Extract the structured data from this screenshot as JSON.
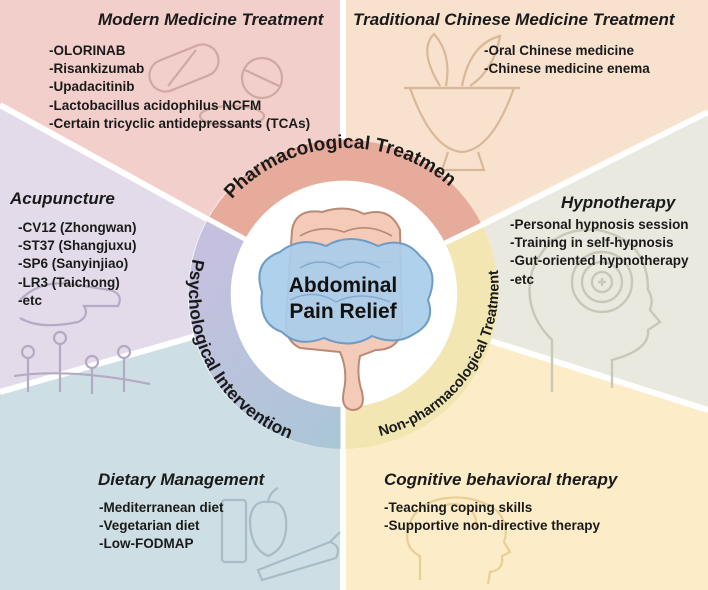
{
  "center": {
    "line1": "Abdominal",
    "line2": "Pain Relief"
  },
  "ring": {
    "top": "Pharmacological Treatment",
    "left": "Psychological Intervention",
    "right": "Non-pharmacological Treatment"
  },
  "sections": {
    "modern": {
      "title": "Modern Medicine Treatment",
      "items": [
        "-OLORINAB",
        "-Risankizumab",
        "-Upadacitinib",
        "-Lactobacillus acidophilus NCFM",
        "-Certain tricyclic antidepressants (TCAs)"
      ]
    },
    "tcm": {
      "title": "Traditional Chinese Medicine Treatment",
      "items": [
        "-Oral Chinese medicine",
        "-Chinese medicine enema"
      ]
    },
    "acupuncture": {
      "title": "Acupuncture",
      "items": [
        "-CV12 (Zhongwan)",
        "-ST37 (Shangjuxu)",
        "-SP6 (Sanyinjiao)",
        "-LR3 (Taichong)",
        "-etc"
      ]
    },
    "hypnotherapy": {
      "title": "Hypnotherapy",
      "items": [
        "-Personal hypnosis session",
        "-Training in self-hypnosis",
        "-Gut-oriented hypnotherapy",
        "-etc"
      ]
    },
    "dietary": {
      "title": "Dietary Management",
      "items": [
        "-Mediterranean diet",
        "-Vegetarian diet",
        "-Low-FODMAP"
      ]
    },
    "cbt": {
      "title": "Cognitive behavioral therapy",
      "items": [
        "-Teaching coping skills",
        "-Supportive non-directive therapy"
      ]
    }
  },
  "colors": {
    "modern": "#f2cfcb",
    "tcm": "#f8e2cd",
    "acupuncture": "#e3dbea",
    "hypnotherapy": "#eae9df",
    "dietary": "#cddfe4",
    "cbt": "#fcedc8",
    "ring_pharmacological": "#e7ab9b",
    "ring_psychological": "#b5bfdc",
    "ring_nonpharmacological": "#f0e6a8",
    "center_fill": "#ffffff",
    "line_art": "#c8c8c8"
  }
}
